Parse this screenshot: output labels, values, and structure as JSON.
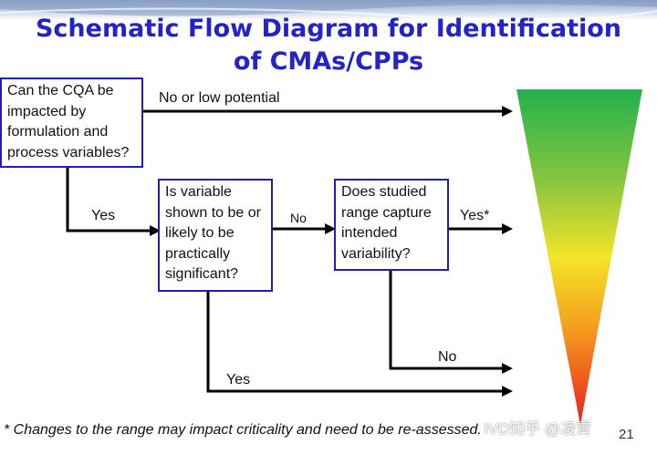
{
  "title": "Schematic Flow Diagram for Identification of CMAs/CPPs",
  "boxes": {
    "cqa_question": "Can the CQA be impacted by formulation and process variables?",
    "significance_question": "Is variable shown to be or likely to be practically significant?",
    "range_question": "Does studied range capture intended variability?"
  },
  "edges": {
    "no_low_potential": "No or low potential",
    "yes_to_significance": "Yes",
    "no_to_range": "No",
    "yes_star": "Yes*",
    "range_no": "No",
    "significance_yes": "Yes"
  },
  "footnote": "* Changes to the range may impact criticality and need to be re-assessed.",
  "page_number": "21",
  "watermark": "IVD知乎 @凌霄",
  "colors": {
    "box_border": "#1f1fb4",
    "title": "#2323c8",
    "risk_gradient": [
      "#22b14c",
      "#a8d035",
      "#f2e528",
      "#f59a1e",
      "#e81f1f"
    ]
  }
}
